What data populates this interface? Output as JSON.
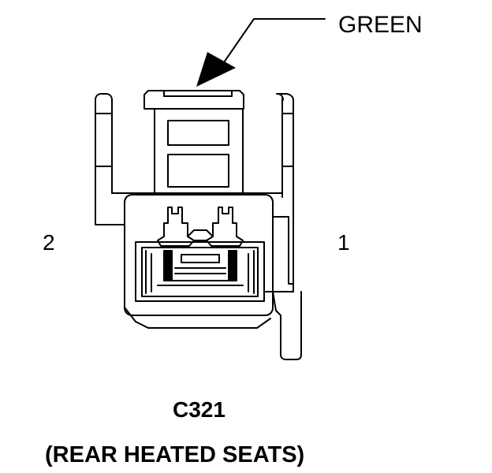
{
  "callout": {
    "label": "GREEN"
  },
  "pins": {
    "left": "2",
    "right": "1"
  },
  "connector": {
    "id": "C321",
    "description": "(REAR HEATED SEATS)"
  },
  "colors": {
    "ink": "#000000",
    "background": "#ffffff"
  }
}
